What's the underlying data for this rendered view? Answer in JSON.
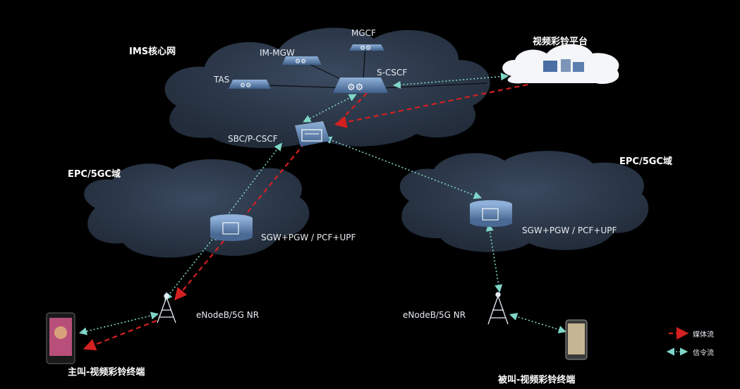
{
  "labels": {
    "ims_core": "IMS核心网",
    "mgcf": "MGCF",
    "im_mgw": "IM-MGW",
    "s_cscf": "S-CSCF",
    "tas": "TAS",
    "sbc_pcscf": "SBC/P-CSCF",
    "platform": "视频彩铃平台",
    "epc_left": "EPC/5GC域",
    "epc_right": "EPC/5GC域",
    "gw_left": "SGW+PGW / PCF+UPF",
    "gw_right": "SGW+PGW / PCF+UPF",
    "enb_left": "eNodeB/5G NR",
    "enb_right": "eNodeB/5G NR",
    "caller": "主叫-视频彩铃终端",
    "callee": "被叫-视频彩铃终端"
  },
  "legend": {
    "media": "媒体流",
    "signaling": "信令流"
  },
  "colors": {
    "background": "#000000",
    "cloud": "#2e3a4c",
    "media_line": "#d42020",
    "signal_line": "#7fd6c8",
    "node": "#5f82ad"
  }
}
